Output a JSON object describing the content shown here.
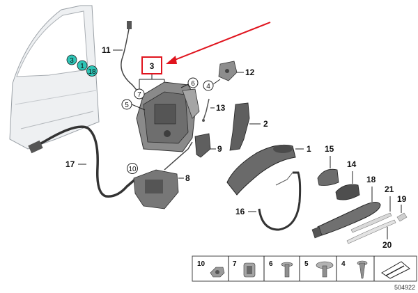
{
  "diagram": {
    "highlighted_callout": "3",
    "callouts": {
      "c1": "1",
      "c2": "2",
      "c4": "4",
      "c5": "5",
      "c6": "6",
      "c7": "7",
      "c8": "8",
      "c9": "9",
      "c10": "10",
      "c11": "11",
      "c12": "12",
      "c13": "13",
      "c14": "14",
      "c15": "15",
      "c16": "16",
      "c17": "17",
      "c18": "18",
      "c19": "19",
      "c20": "20",
      "c21": "21"
    },
    "door_markers": [
      "3",
      "1",
      "18"
    ],
    "hardware_row": [
      "10",
      "7",
      "6",
      "5",
      "4"
    ],
    "diagram_id": "504922"
  },
  "colors": {
    "highlight_box": "#e0141e",
    "arrow": "#e0141e",
    "marker_fill": "#2ec4b6",
    "door_panel": "#eef0f2",
    "part_dark": "#6f6f6f",
    "part_mid": "#9a9a9a"
  }
}
